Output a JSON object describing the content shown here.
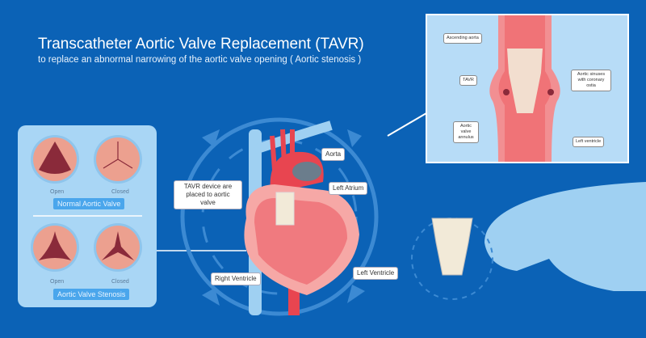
{
  "header": {
    "title": "Transcatheter Aortic Valve Replacement (TAVR)",
    "subtitle": "to replace an abnormal narrowing of the aortic valve opening ( Aortic stenosis )"
  },
  "valves_panel": {
    "normal": {
      "open": "Open",
      "closed": "Closed",
      "label": "Normal Aortic Valve"
    },
    "stenosis": {
      "open": "Open",
      "closed": "Closed",
      "label": "Aortic Valve Stenosis"
    }
  },
  "heart_labels": {
    "aorta": "Aorta",
    "left_atrium": "Left Atrium",
    "tavr_device": "TAVR device are placed to aortic valve",
    "right_ventricle": "Right Ventricle",
    "left_ventricle": "Left Ventricle"
  },
  "inset_labels": {
    "ascending_aorta": "Ascending aorta",
    "tavr": "TAVR",
    "aortic_sinuses": "Aortic sinuses with coronary ostia",
    "annulus": "Aortic valve annulus",
    "left_ventricle": "Left ventricle"
  },
  "colors": {
    "background": "#0b62b6",
    "panel": "#a9d6f5",
    "tissue": "#f07a7f",
    "valve_dark": "#8a2a3a",
    "vein": "#9fd0f2"
  }
}
